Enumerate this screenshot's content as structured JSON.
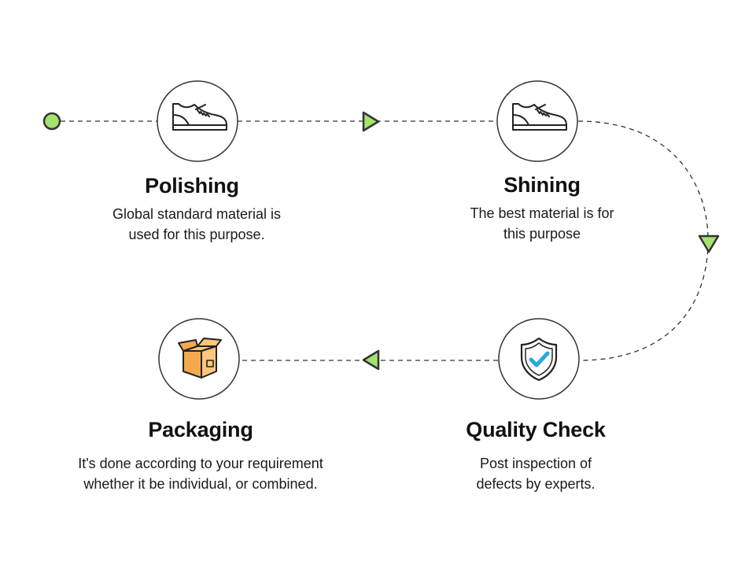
{
  "colors": {
    "accent": "#a3e36e",
    "stroke": "#333333",
    "check": "#2aa8e0",
    "box": "#f5a94d",
    "box_light": "#fbc77e"
  },
  "steps": [
    {
      "icon": "shoe-icon",
      "title": "Polishing",
      "desc_line1": "Global standard material is",
      "desc_line2": "used for this purpose."
    },
    {
      "icon": "shoe-icon",
      "title": "Shining",
      "desc_line1": "The best material is for",
      "desc_line2": "this purpose"
    },
    {
      "icon": "shield-check-icon",
      "title": "Quality Check",
      "desc_line1": "Post inspection of",
      "desc_line2": "defects by experts."
    },
    {
      "icon": "package-box-icon",
      "title": "Packaging",
      "desc_line1": "It's done according to your requirement",
      "desc_line2": "whether it be individual, or combined."
    }
  ]
}
